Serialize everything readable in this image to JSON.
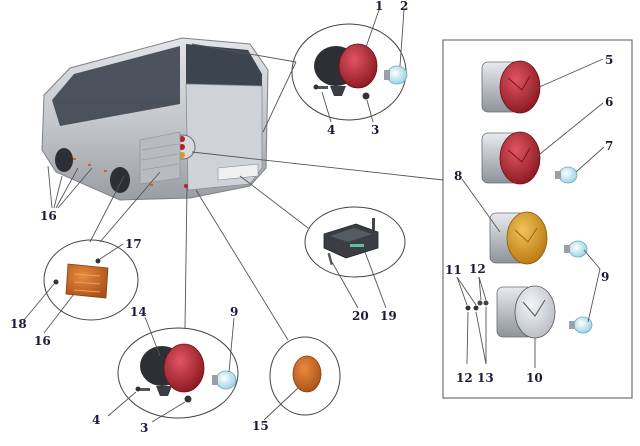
{
  "callouts": {
    "c1": "1",
    "c2": "2",
    "c3a": "3",
    "c4a": "4",
    "c5": "5",
    "c6": "6",
    "c7": "7",
    "c8": "8",
    "c9a": "9",
    "c11": "11",
    "c12a": "12",
    "c12b": "12",
    "c13": "13",
    "c10": "10",
    "c16a": "16",
    "c17": "17",
    "c18": "18",
    "c16b": "16",
    "c14": "14",
    "c9b": "9",
    "c4b": "4",
    "c3b": "3",
    "c15": "15",
    "c20": "20",
    "c19": "19"
  },
  "colors": {
    "bus_body": "#c9ccd0",
    "window": "#3c4450",
    "lens_red": "#b3202a",
    "lens_amber": "#d89a1e",
    "lens_orange": "#c96520",
    "bulb": "#cfe9f2",
    "ink": "#1a1a3a"
  }
}
